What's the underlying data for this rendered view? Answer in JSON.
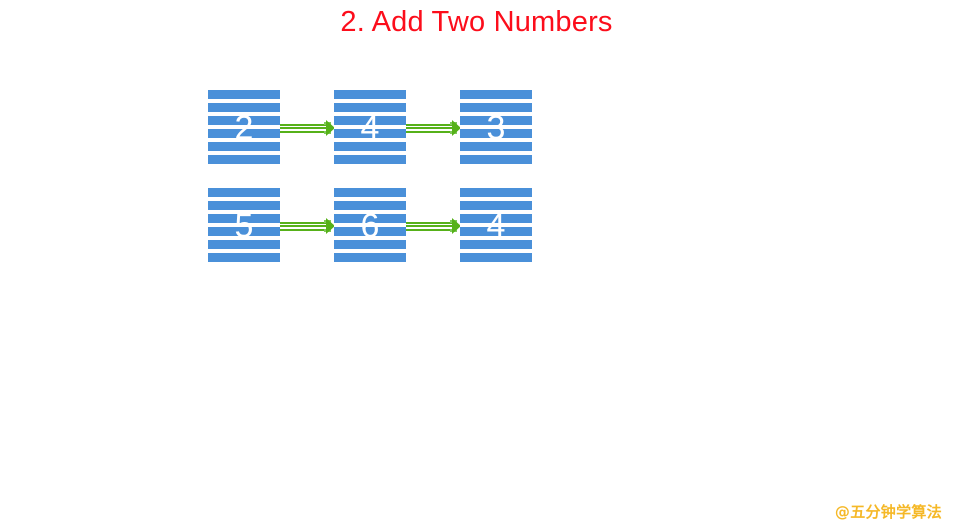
{
  "slide": {
    "title": "2. Add Two Numbers",
    "title_color": "#fc0d1b",
    "background_color": "#ffffff"
  },
  "colors": {
    "node_blue": "#4a90d9",
    "node_text": "#ffffff",
    "arrow_green": "#56b119",
    "arrow_green_light": "#7fc95a",
    "watermark": "#f5b827"
  },
  "linked_lists": [
    {
      "name": "list-row-1",
      "nodes": [
        {
          "value": "2"
        },
        {
          "value": "4"
        },
        {
          "value": "3"
        }
      ],
      "arrows": [
        {
          "label": "next-pointer"
        },
        {
          "label": "next-pointer"
        }
      ]
    },
    {
      "name": "list-row-2",
      "nodes": [
        {
          "value": "5"
        },
        {
          "value": "6"
        },
        {
          "value": "4"
        }
      ],
      "arrows": [
        {
          "label": "next-pointer"
        },
        {
          "label": "next-pointer"
        }
      ]
    }
  ],
  "watermark": {
    "text": "@五分钟学算法"
  }
}
